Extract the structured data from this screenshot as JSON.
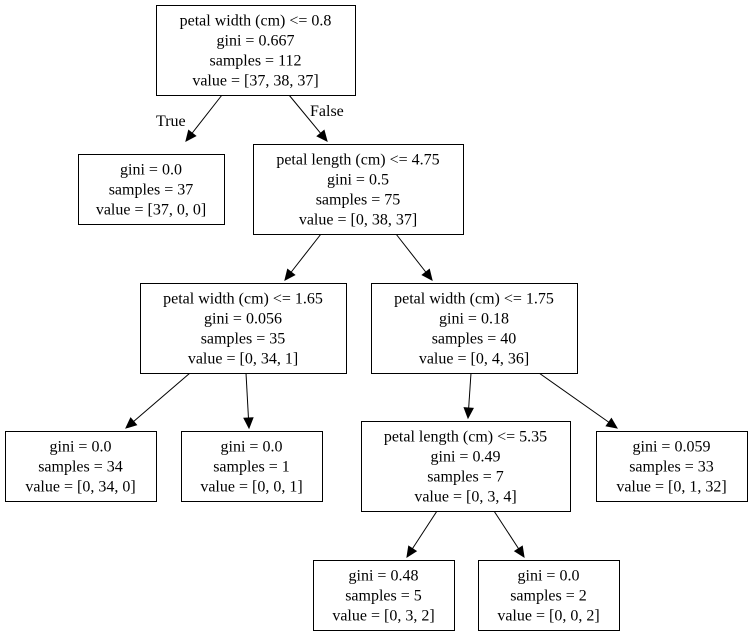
{
  "tree": {
    "nodes": [
      {
        "id": "n0",
        "lines": [
          "petal width (cm) <= 0.8",
          "gini = 0.667",
          "samples = 112",
          "value = [37, 38, 37]"
        ]
      },
      {
        "id": "n1",
        "lines": [
          "gini = 0.0",
          "samples = 37",
          "value = [37, 0, 0]"
        ]
      },
      {
        "id": "n2",
        "lines": [
          "petal length (cm) <= 4.75",
          "gini = 0.5",
          "samples = 75",
          "value = [0, 38, 37]"
        ]
      },
      {
        "id": "n3",
        "lines": [
          "petal width (cm) <= 1.65",
          "gini = 0.056",
          "samples = 35",
          "value = [0, 34, 1]"
        ]
      },
      {
        "id": "n4",
        "lines": [
          "petal width (cm) <= 1.75",
          "gini = 0.18",
          "samples = 40",
          "value = [0, 4, 36]"
        ]
      },
      {
        "id": "n5",
        "lines": [
          "gini = 0.0",
          "samples = 34",
          "value = [0, 34, 0]"
        ]
      },
      {
        "id": "n6",
        "lines": [
          "gini = 0.0",
          "samples = 1",
          "value = [0, 0, 1]"
        ]
      },
      {
        "id": "n7",
        "lines": [
          "petal length (cm) <= 5.35",
          "gini = 0.49",
          "samples = 7",
          "value = [0, 3, 4]"
        ]
      },
      {
        "id": "n8",
        "lines": [
          "gini = 0.059",
          "samples = 33",
          "value = [0, 1, 32]"
        ]
      },
      {
        "id": "n9",
        "lines": [
          "gini = 0.48",
          "samples = 5",
          "value = [0, 3, 2]"
        ]
      },
      {
        "id": "n10",
        "lines": [
          "gini = 0.0",
          "samples = 2",
          "value = [0, 0, 2]"
        ]
      }
    ],
    "edges": [
      {
        "from": "n0",
        "to": "n1",
        "label": "True"
      },
      {
        "from": "n0",
        "to": "n2",
        "label": "False"
      },
      {
        "from": "n2",
        "to": "n3",
        "label": ""
      },
      {
        "from": "n2",
        "to": "n4",
        "label": ""
      },
      {
        "from": "n3",
        "to": "n5",
        "label": ""
      },
      {
        "from": "n3",
        "to": "n6",
        "label": ""
      },
      {
        "from": "n4",
        "to": "n7",
        "label": ""
      },
      {
        "from": "n4",
        "to": "n8",
        "label": ""
      },
      {
        "from": "n7",
        "to": "n9",
        "label": ""
      },
      {
        "from": "n7",
        "to": "n10",
        "label": ""
      }
    ]
  }
}
